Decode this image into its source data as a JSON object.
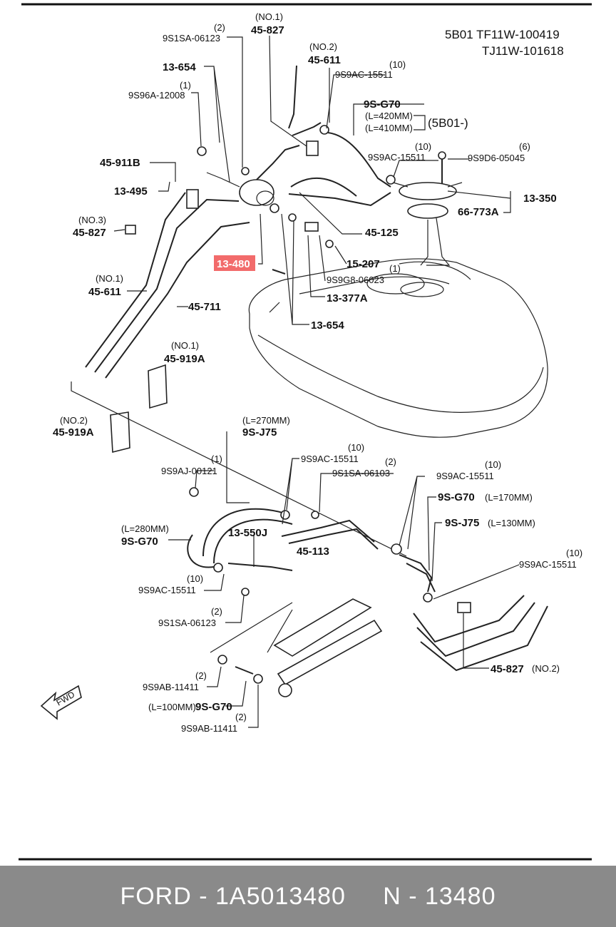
{
  "header": {
    "line1": "5B01  TF11W-100419",
    "line2": "TJ11W-101618"
  },
  "highlight": {
    "part": "13-480",
    "color": "#f26b6b"
  },
  "labels": {
    "no1a": "(NO.1)",
    "p45_827a": "45-827",
    "q2a": "(2)",
    "s9s1sa06123a": "9S1SA-06123",
    "no2a": "(NO.2)",
    "p45_611a": "45-611",
    "q10a": "(10)",
    "s9s9ac15511a": "9S9AC-15511",
    "p13_654a": "13-654",
    "q1a": "(1)",
    "s9s96a12008": "9S96A-12008",
    "p9sg70a": "9S-G70",
    "len420": "(L=420MM)",
    "len410": "(L=410MM)",
    "b5b01": "(5B01-)",
    "q10b": "(10)",
    "s9s9ac15511b": "9S9AC-15511",
    "q6": "(6)",
    "s9s9d605045": "9S9D6-05045",
    "p45_911b": "45-911B",
    "p13_495": "13-495",
    "p13_350": "13-350",
    "no3": "(NO.3)",
    "p45_827b": "45-827",
    "p66_773a": "66-773A",
    "p45_125": "45-125",
    "p15_207": "15-207",
    "q1b": "(1)",
    "s9s9g806023": "9S9G8-06023",
    "no1b": "(NO.1)",
    "p45_611b": "45-611",
    "p45_711": "45-711",
    "p13_377a": "13-377A",
    "p13_654b": "13-654",
    "no1c": "(NO.1)",
    "p45_919a_a": "45-919A",
    "no2b": "(NO.2)",
    "p45_919a_b": "45-919A",
    "len270": "(L=270MM)",
    "p9sj75a": "9S-J75",
    "q10c": "(10)",
    "s9s9ac15511c": "9S9AC-15511",
    "q2b": "(2)",
    "s9s1sa06103": "9S1SA-06103",
    "q1c": "(1)",
    "s9s9aj00121": "9S9AJ-00121",
    "len280": "(L=280MM)",
    "p9sg70b": "9S-G70",
    "p13_550j": "13-550J",
    "p45_113": "45-113",
    "q10d": "(10)",
    "s9s9ac15511d": "9S9AC-15511",
    "q2c": "(2)",
    "s9s1sa06123b": "9S1SA-06123",
    "q10e": "(10)",
    "s9s9ac15511e": "9S9AC-15511",
    "p9sg70c": "9S-G70",
    "len170": "(L=170MM)",
    "p9sj75b": "9S-J75",
    "len130": "(L=130MM)",
    "q10f": "(10)",
    "s9s9ac15511f": "9S9AC-15511",
    "p45_827c": "45-827",
    "no2c": "(NO.2)",
    "fwd": "FWD",
    "q2d": "(2)",
    "s9s9ab11411a": "9S9AB-11411",
    "len100": "(L=100MM)",
    "p9sg70d": "9S-G70",
    "q2e": "(2)",
    "s9s9ab11411b": "9S9AB-11411"
  },
  "footer": {
    "text": "FORD - 1A5013480     N - 13480"
  }
}
